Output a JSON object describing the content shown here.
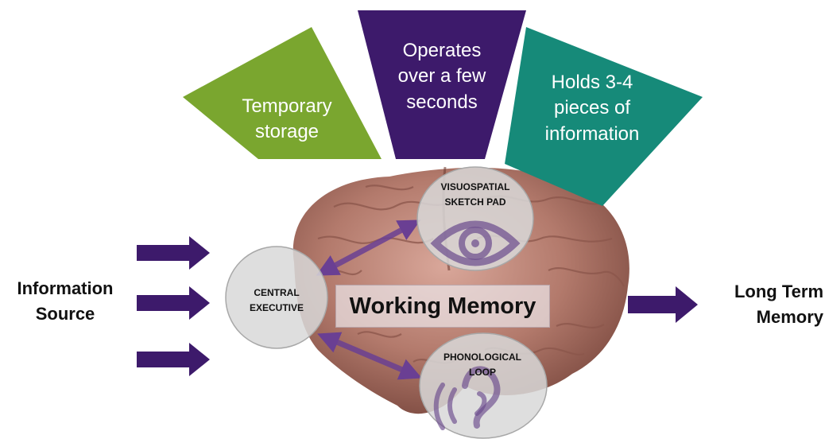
{
  "trapezoids": [
    {
      "lines": [
        "Temporary",
        "storage"
      ],
      "color": "#7aa62f"
    },
    {
      "lines": [
        "Operates",
        "over a few",
        "seconds"
      ],
      "color": "#3d1a6b"
    },
    {
      "lines": [
        "Holds 3-4",
        "pieces of",
        "information"
      ],
      "color": "#168a79"
    }
  ],
  "center_label": "Working Memory",
  "central_executive": [
    "CENTRAL",
    "EXECUTIVE"
  ],
  "visuospatial": [
    "VISUOSPATIAL",
    "SKETCH PAD"
  ],
  "phonological": [
    "PHONOLOGICAL",
    "LOOP"
  ],
  "info_source": [
    "Information",
    "Source"
  ],
  "long_term": [
    "Long Term",
    "Memory"
  ],
  "icons": {
    "eye": "eye-icon",
    "ear": "ear-icon",
    "brain": "brain-image"
  },
  "colors": {
    "arrow": "#3d1a6b",
    "green": "#7aa62f",
    "purple": "#3d1a6b",
    "teal": "#168a79",
    "brain": "#b07a6e"
  }
}
